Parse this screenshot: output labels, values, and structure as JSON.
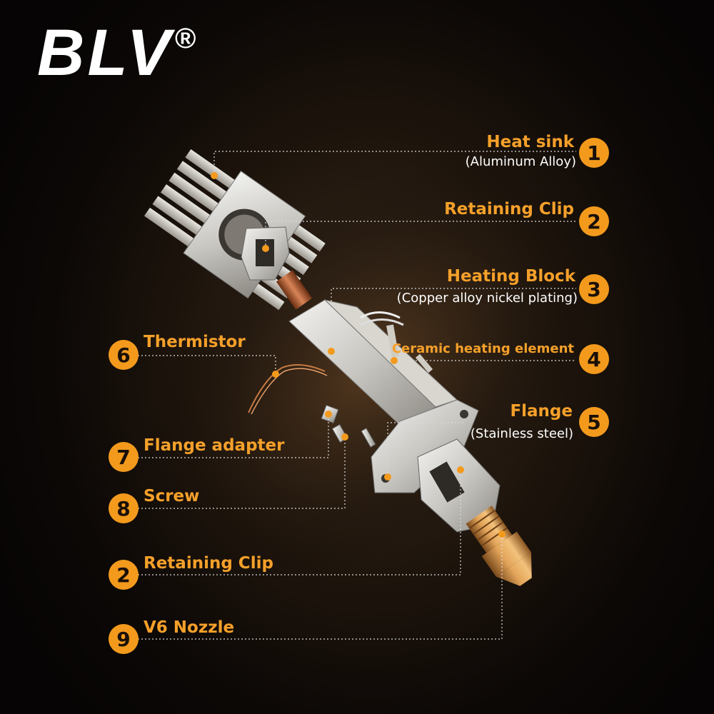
{
  "brand": {
    "name": "BLV",
    "registered_mark": "®"
  },
  "colors": {
    "accent": "#f39a1d",
    "label": "#f5a02a",
    "background": "#0c0806"
  },
  "callouts": [
    {
      "number": "1",
      "title": "Heat sink",
      "subtitle": "(Aluminum Alloy)"
    },
    {
      "number": "2",
      "title": "Retaining Clip"
    },
    {
      "number": "3",
      "title": "Heating Block",
      "subtitle": "(Copper alloy nickel plating)"
    },
    {
      "number": "4",
      "title": "Ceramic heating element"
    },
    {
      "number": "5",
      "title": "Flange",
      "subtitle": "(Stainless steel)"
    },
    {
      "number": "6",
      "title": "Thermistor"
    },
    {
      "number": "7",
      "title": "Flange adapter"
    },
    {
      "number": "8",
      "title": "Screw"
    },
    {
      "number": "2",
      "title": "Retaining Clip"
    },
    {
      "number": "9",
      "title": "V6 Nozzle"
    }
  ]
}
